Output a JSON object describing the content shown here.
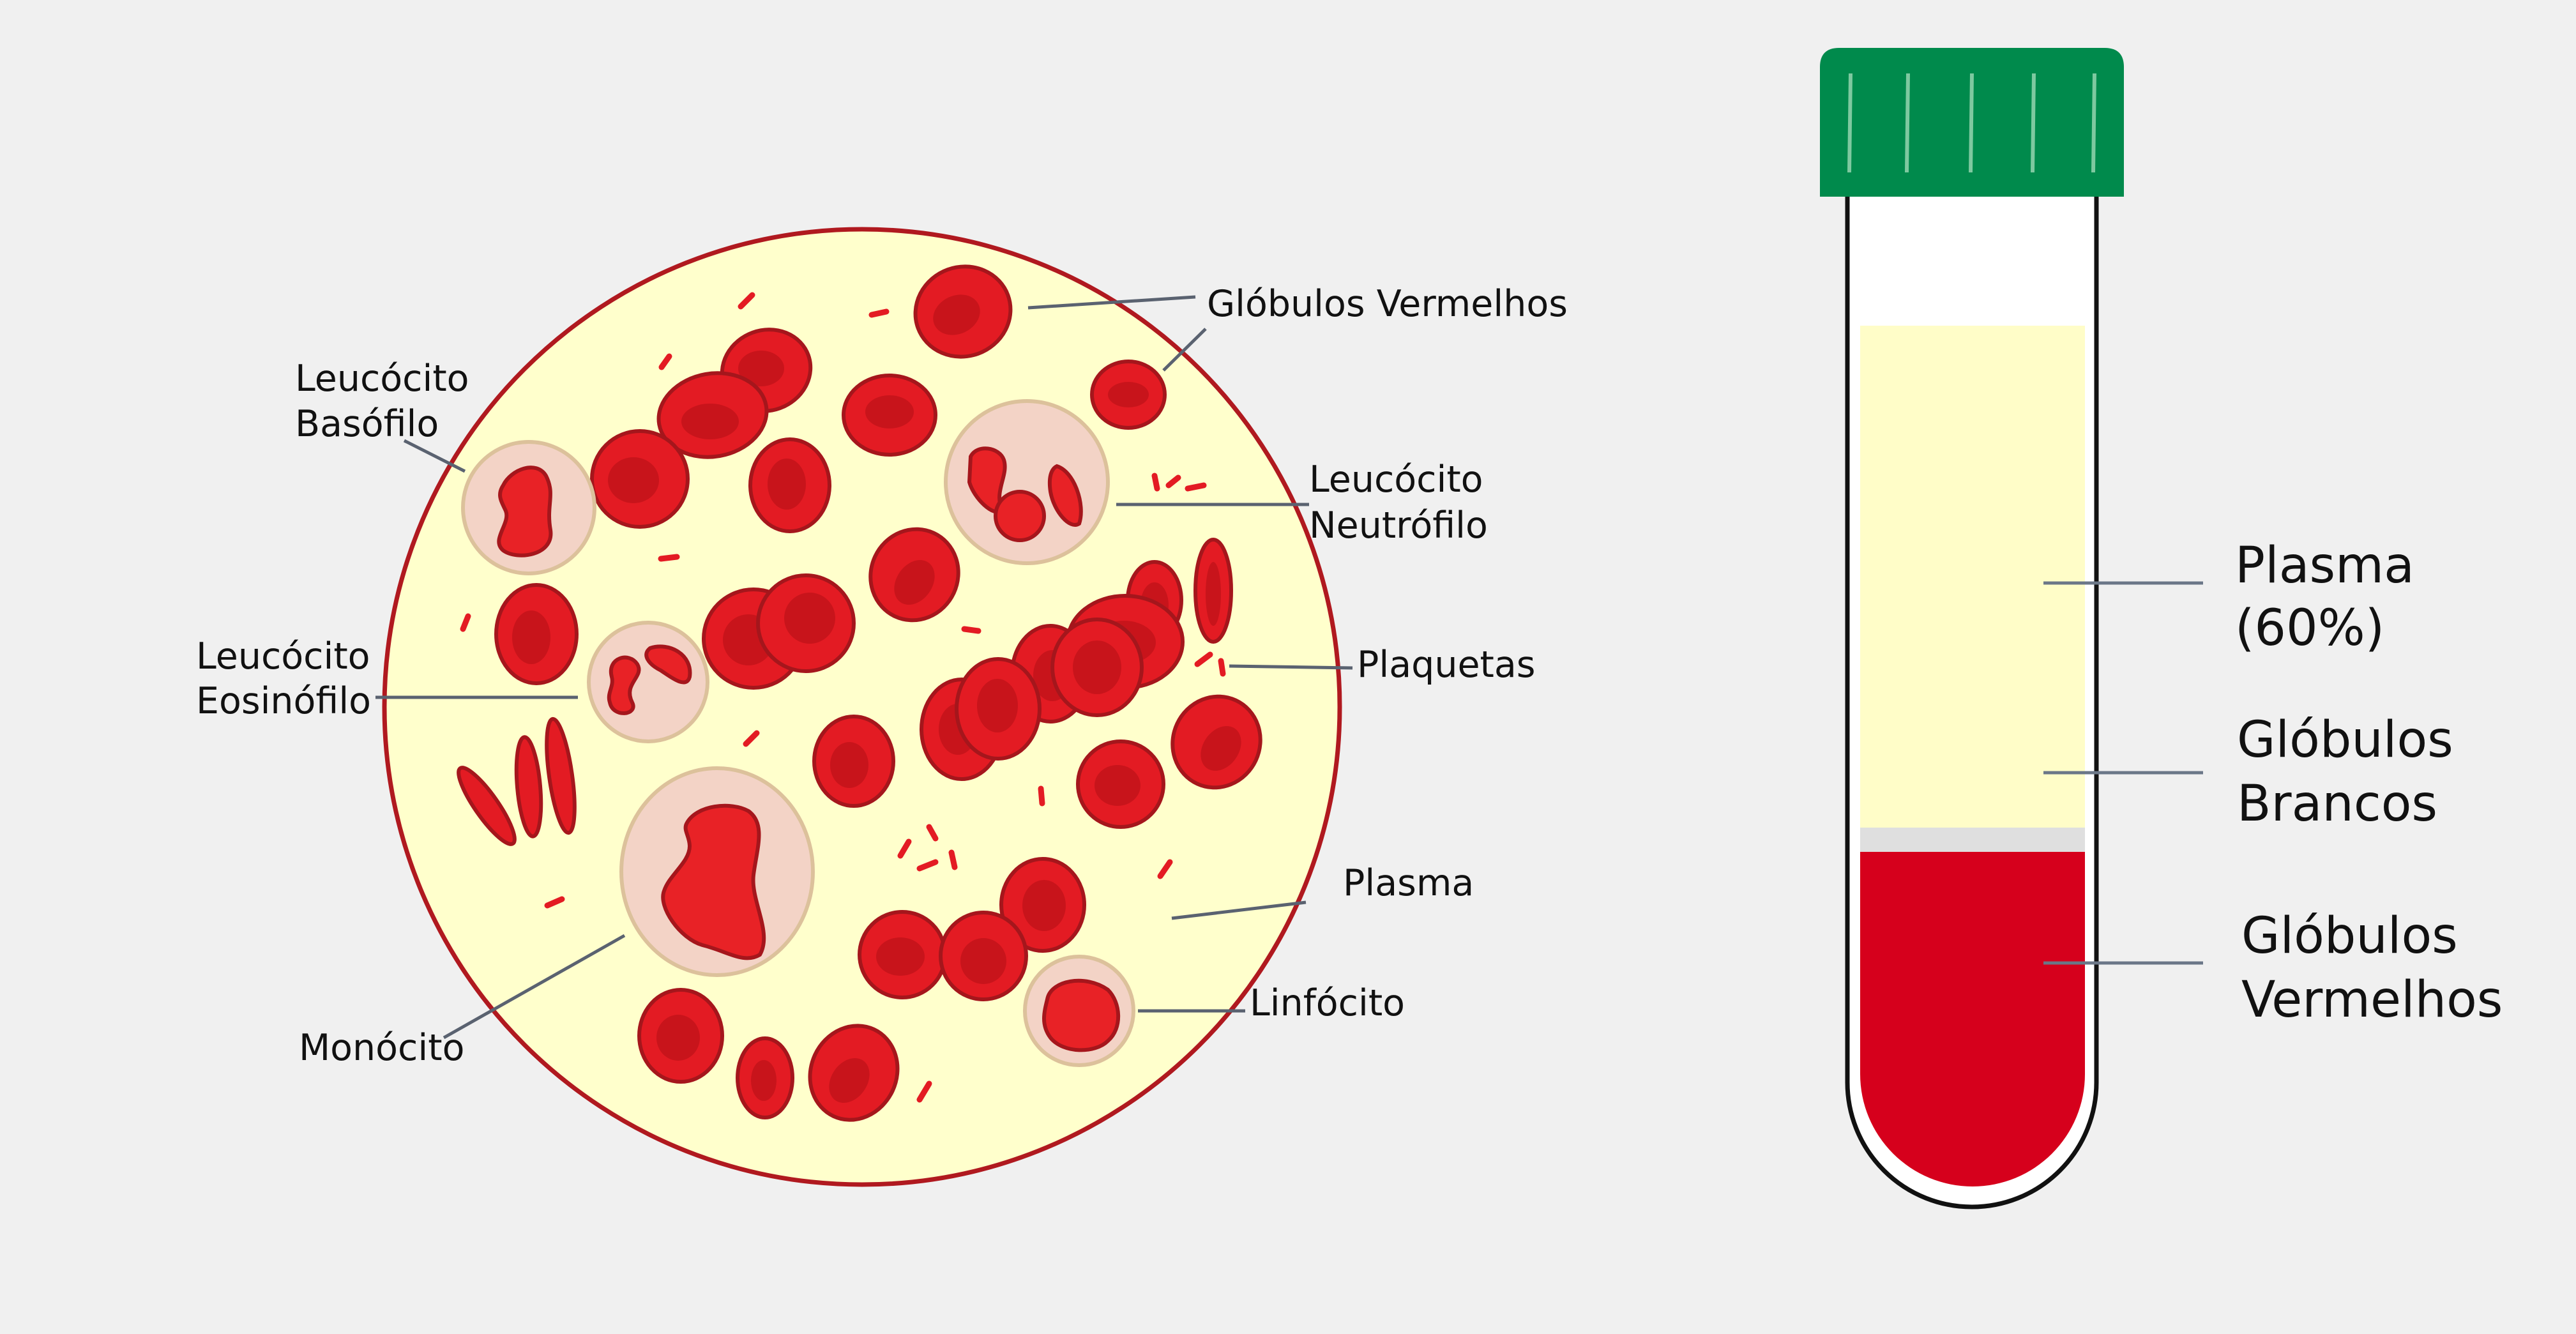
{
  "colors": {
    "background": "#f0f0f0",
    "plasma_field": "#ffffcc",
    "circle_border": "#b0191f",
    "red_blood_cell": "#e31b23",
    "white_blood_cell": "#f3d3c6",
    "tube_cap": "#008a4c",
    "tube_plasma": "#fffdc8",
    "tube_buffy_coat": "#dfdfdf",
    "tube_red_cells": "#d6001c"
  },
  "smear_labels": {
    "rbc": "Glóbulos Vermelhos",
    "basofilo_l1": "Leucócito",
    "basofilo_l2": "Basófilo",
    "neutrofilo_l1": "Leucócito",
    "neutrofilo_l2": "Neutrófilo",
    "eosinofilo_l1": "Leucócito",
    "eosinofilo_l2": "Eosinófilo",
    "plaquetas": "Plaquetas",
    "plasma": "Plasma",
    "monocito": "Monócito",
    "linfocito": "Linfócito"
  },
  "tube_labels": {
    "plasma_l1": "Plasma",
    "plasma_l2": "(60%)",
    "wbc_l1": "Glóbulos",
    "wbc_l2": "Brancos",
    "rbc_l1": "Glóbulos",
    "rbc_l2": "Vermelhos"
  },
  "tube_levels": {
    "plasma_percent": 60
  }
}
